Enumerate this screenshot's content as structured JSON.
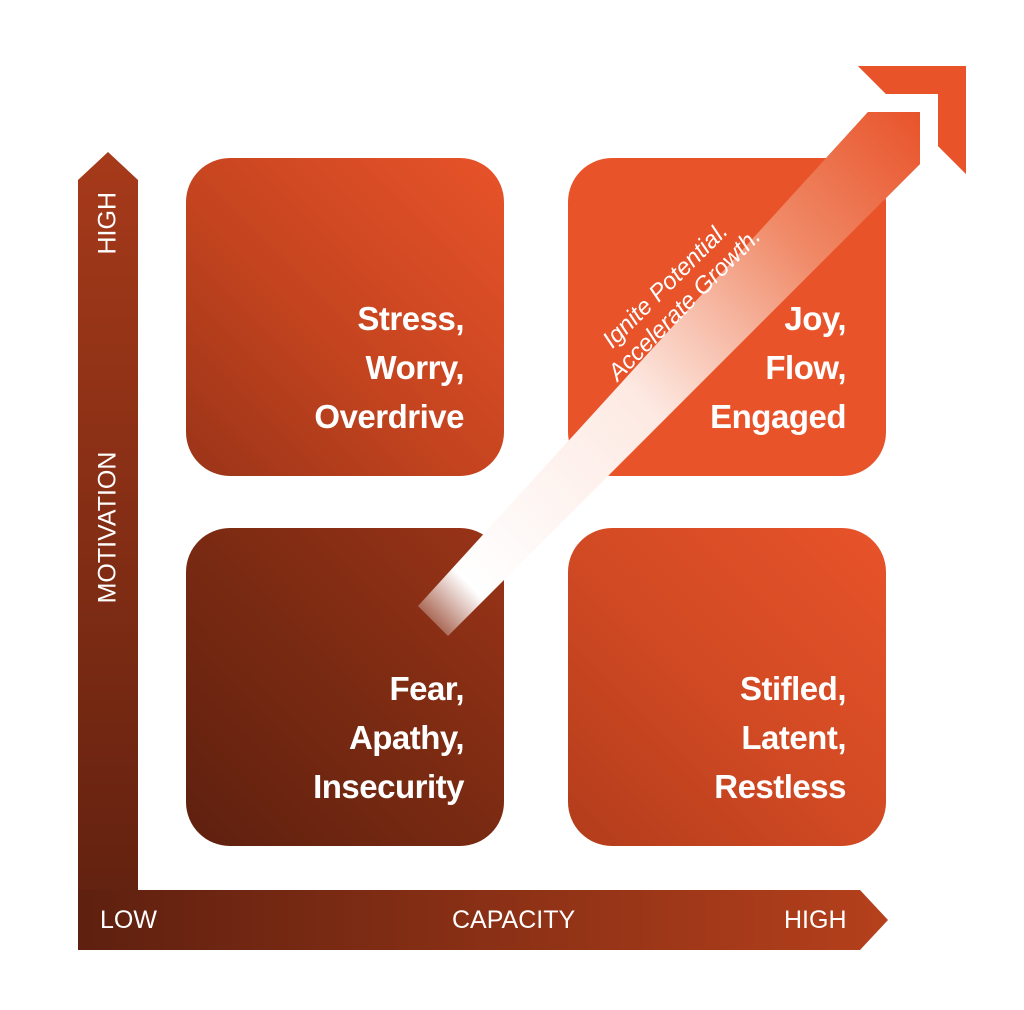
{
  "axes": {
    "x_low": "LOW",
    "x_label": "CAPACITY",
    "x_high": "HIGH",
    "y_high": "HIGH",
    "y_label": "MOTIVATION"
  },
  "quadrants": {
    "top_left": [
      "Stress,",
      "Worry,",
      "Overdrive"
    ],
    "top_right": [
      "Joy,",
      "Flow,",
      "Engaged"
    ],
    "bottom_left": [
      "Fear,",
      "Apathy,",
      "Insecurity"
    ],
    "bottom_right": [
      "Stifled,",
      "Latent,",
      "Restless"
    ]
  },
  "tagline": [
    "Ignite Potential.",
    "Accelerate Growth."
  ],
  "colors": {
    "accent": "#e8532a",
    "dark": "#5e200f",
    "text": "#ffffff"
  }
}
